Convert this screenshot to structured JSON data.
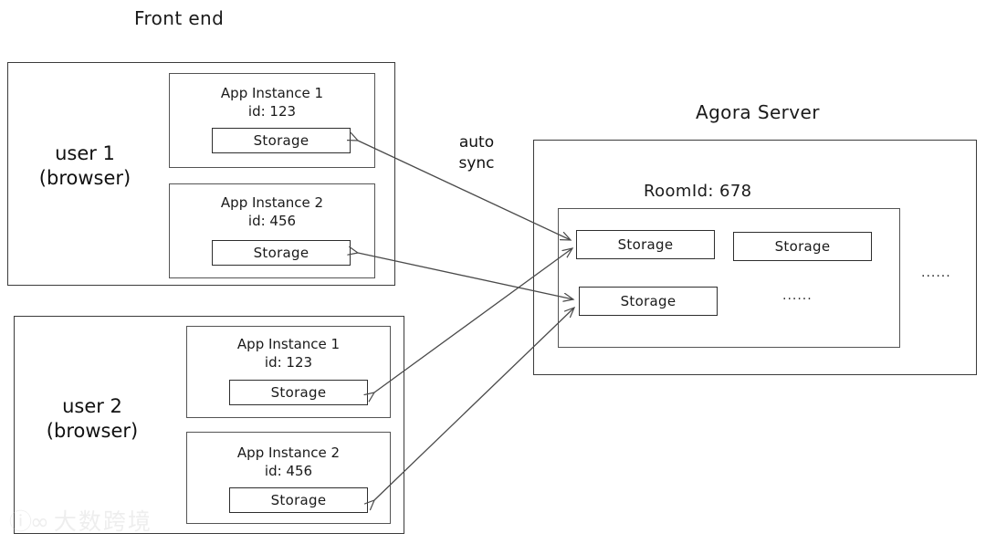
{
  "diagram": {
    "frontend_title": "Front end",
    "server_title": "Agora Server",
    "sync_line1": "auto",
    "sync_line2": "sync",
    "room_label": "RoomId: 678",
    "ellipsis": "......",
    "storage_label": "Storage",
    "users": [
      {
        "name_line1": "user 1",
        "name_line2": "(browser)",
        "instances": [
          {
            "title": "App Instance 1",
            "id": "id: 123",
            "storage": "Storage"
          },
          {
            "title": "App Instance 2",
            "id": "id: 456",
            "storage": "Storage"
          }
        ]
      },
      {
        "name_line1": "user 2",
        "name_line2": "(browser)",
        "instances": [
          {
            "title": "App Instance 1",
            "id": "id: 123",
            "storage": "Storage"
          },
          {
            "title": "App Instance 2",
            "id": "id: 456",
            "storage": "Storage"
          }
        ]
      }
    ],
    "server": {
      "room_storages": [
        {
          "label": "Storage"
        },
        {
          "label": "Storage"
        },
        {
          "label": "Storage"
        }
      ],
      "room_inner_ellipsis": "......",
      "room_outer_ellipsis": "......"
    },
    "watermark": {
      "mark": "ⓘ∞",
      "text": "大数跨境"
    },
    "colors": {
      "stroke": "#3b3b3b",
      "text": "#1a1a1a",
      "background": "#ffffff",
      "arrow": "#4a4a4a"
    }
  }
}
